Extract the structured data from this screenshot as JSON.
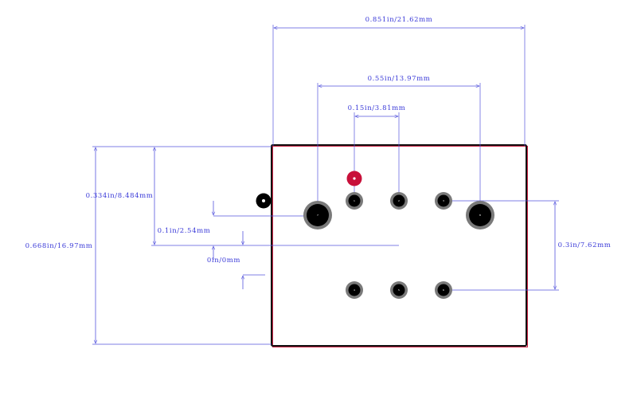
{
  "colors": {
    "dimension": "#5555dd",
    "outline": "#111111",
    "outline_shadow": "#cc2244",
    "pad_ring": "#7a7a7a",
    "pad_hole": "#000000",
    "pin1_marker": "#c8103a"
  },
  "dimensions": {
    "overall_width": "0.851in/21.62mm",
    "mount_pitch": "0.55in/13.97mm",
    "pin_pitch_x": "0.15in/3.81mm",
    "overall_height": "0.668in/16.97mm",
    "half_height": "0.334in/8.484mm",
    "pin_offset": "0.1in/2.54mm",
    "origin": "0in/0mm",
    "row_spacing": "0.3in/7.62mm"
  },
  "pads": {
    "top_row": [
      "1",
      "2",
      "3"
    ],
    "bottom_row": [
      "4",
      "5",
      "6"
    ],
    "mount_left": "7",
    "mount_right": "8"
  },
  "markers": {
    "pin1": "pin-1-marker",
    "origin": "origin-marker"
  }
}
